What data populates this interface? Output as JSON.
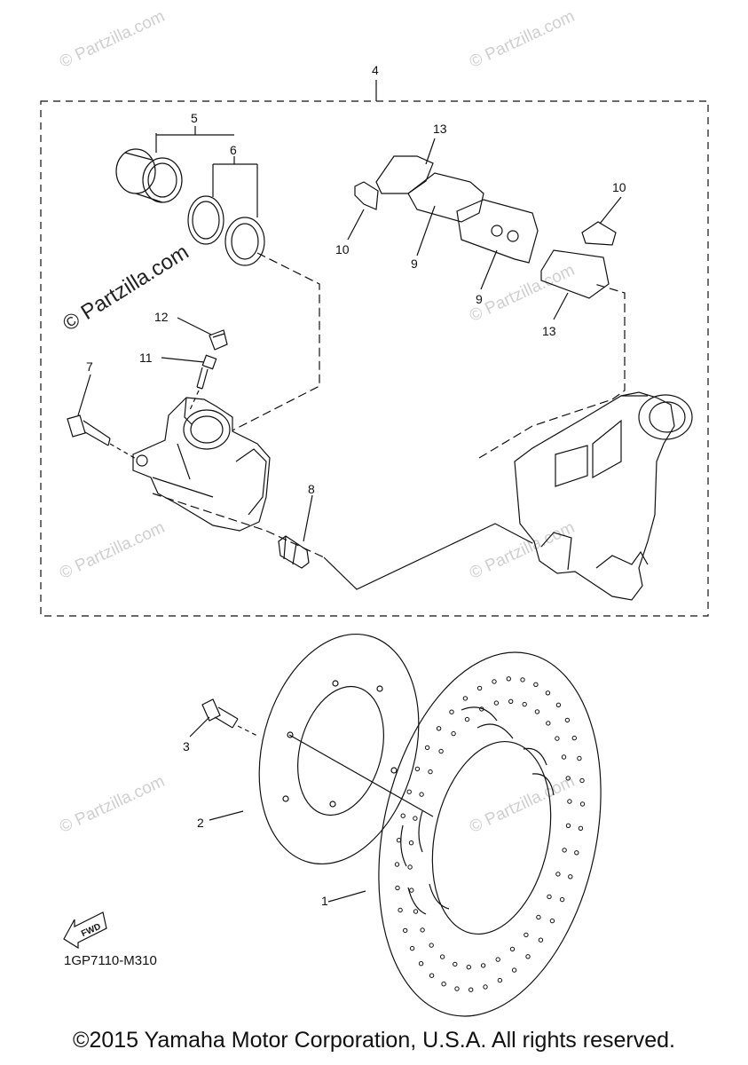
{
  "diagram": {
    "callouts": [
      "1",
      "2",
      "3",
      "4",
      "5",
      "6",
      "7",
      "8",
      "9",
      "9",
      "10",
      "10",
      "11",
      "12",
      "13",
      "13"
    ],
    "fwd_label": "FWD",
    "part_code": "1GP7110-M310",
    "footer": "©2015 Yamaha Motor Corporation, U.S.A. All rights reserved.",
    "watermark": "© Partzilla.com"
  },
  "colors": {
    "line": "#111111",
    "watermark": "#cfcfcf",
    "background": "#ffffff"
  }
}
